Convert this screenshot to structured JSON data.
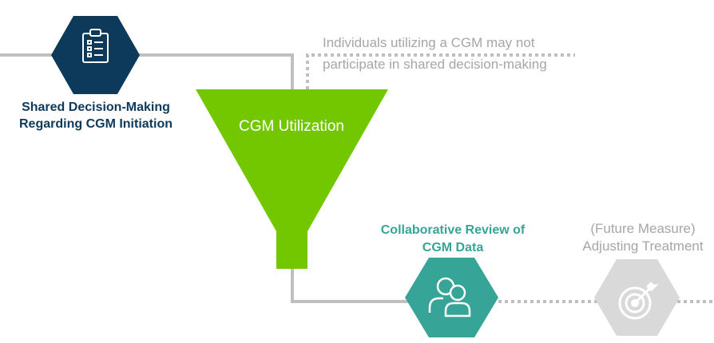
{
  "shared_decision": {
    "label": "Shared Decision-Making Regarding CGM Initiation",
    "icon": "clipboard-checklist-icon",
    "color": "#0d3a5a"
  },
  "note": {
    "text": "Individuals utilizing a CGM may not participate in shared decision-making"
  },
  "funnel": {
    "title": "CGM Utilization",
    "color": "#73c700"
  },
  "review": {
    "label": "Collaborative Review of CGM Data",
    "icon": "people-icon",
    "color": "#36a597"
  },
  "future": {
    "label": "(Future Measure) Adjusting Treatment",
    "icon": "target-icon",
    "color": "#d9d9d9"
  }
}
